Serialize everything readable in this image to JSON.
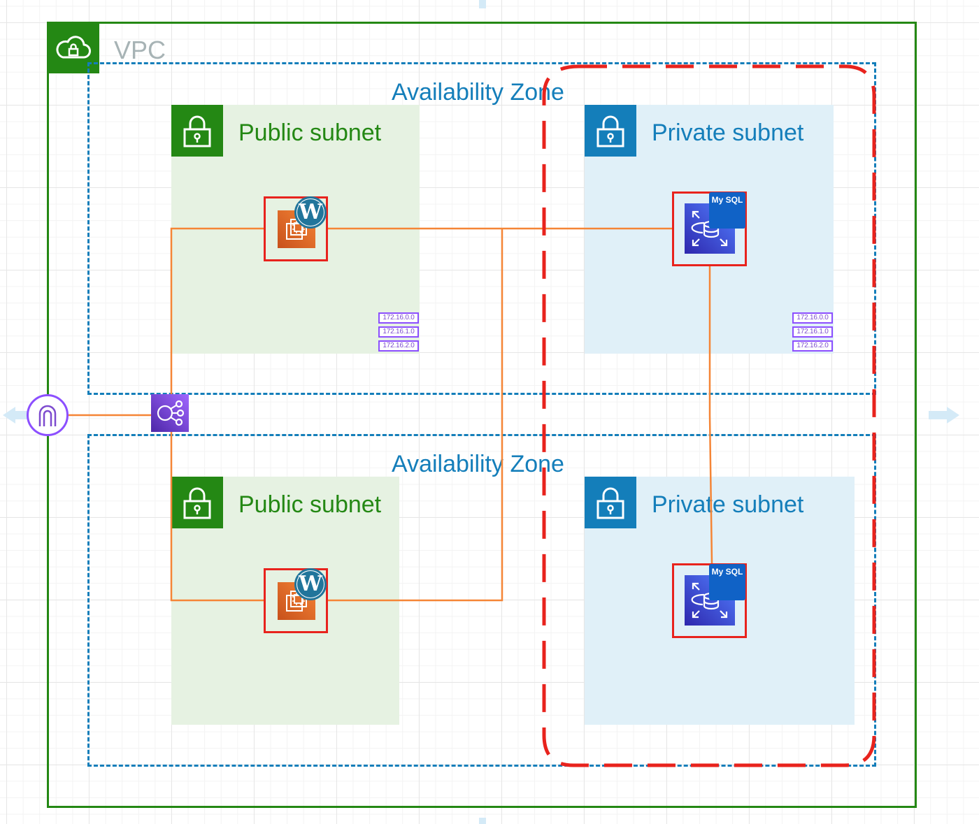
{
  "vpc": {
    "label": "VPC",
    "icon": "vpc-cloud-lock-icon",
    "color": "#248814"
  },
  "availability_zones": [
    {
      "label": "Availability Zone",
      "public_subnet": {
        "label": "Public subnet",
        "icon": "lock-icon",
        "instance": {
          "icon": "ec2-instance-icon",
          "overlay": "wordpress-icon"
        }
      },
      "private_subnet": {
        "label": "Private subnet",
        "icon": "lock-icon",
        "database": {
          "icon": "rds-icon",
          "badge": "My SQL"
        }
      },
      "public_route_table": [
        "172.16.0.0",
        "172.16.1.0",
        "172.16.2.0"
      ],
      "private_route_table": [
        "172.16.0.0",
        "172.16.1.0",
        "172.16.2.0"
      ]
    },
    {
      "label": "Availability Zone",
      "public_subnet": {
        "label": "Public subnet",
        "icon": "lock-icon",
        "instance": {
          "icon": "ec2-instance-icon",
          "overlay": "wordpress-icon"
        }
      },
      "private_subnet": {
        "label": "Private subnet",
        "icon": "lock-icon",
        "database": {
          "icon": "rds-icon",
          "badge": "My SQL"
        }
      }
    }
  ],
  "load_balancer": {
    "icon": "elastic-load-balancer-icon"
  },
  "internet_gateway": {
    "icon": "internet-gateway-icon"
  },
  "colors": {
    "vpc_border": "#248814",
    "az_border": "#147eba",
    "public_subnet_fill": "#e6f2e2",
    "private_subnet_fill": "#e0f0f8",
    "connector": "#f58536",
    "highlight": "#e8231d",
    "cidr": "#8c4fff"
  }
}
